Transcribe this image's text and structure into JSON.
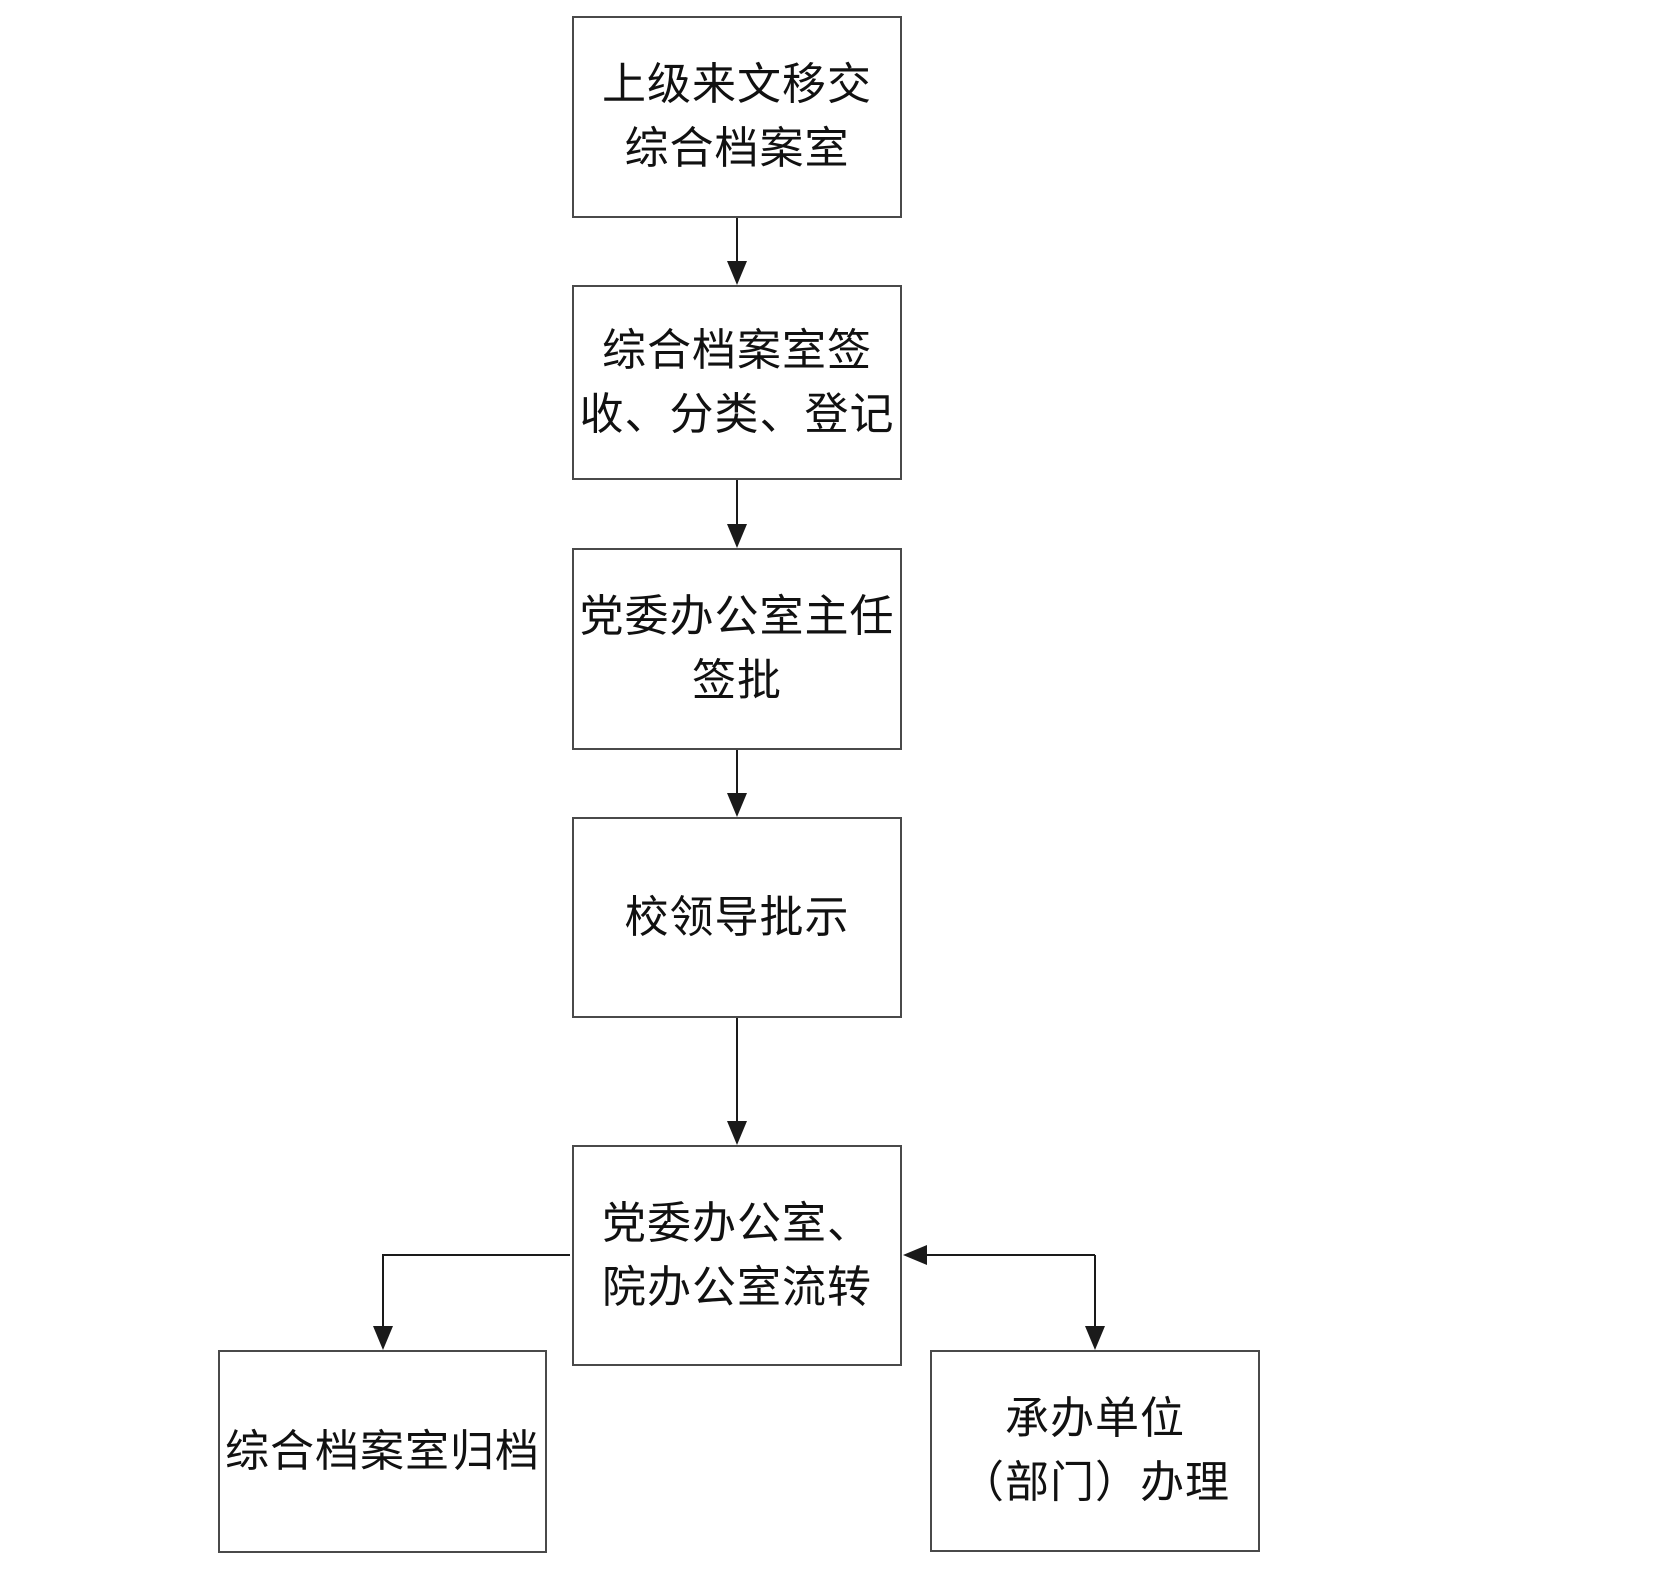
{
  "page": {
    "background_color": "#ffffff",
    "box_border_color": "#4a4a4a",
    "arrow_color": "#1a1a1a"
  },
  "diagram": {
    "type": "flowchart",
    "direction": "top-down",
    "nodes": {
      "n1": {
        "line1": "上级来文移交",
        "line2": "综合档案室"
      },
      "n2": {
        "line1": "综合档案室签",
        "line2": "收、分类、登记"
      },
      "n3": {
        "line1": "党委办公室主任",
        "line2": "签批"
      },
      "n4": {
        "line1": "校领导批示"
      },
      "n5": {
        "line1": "党委办公室、",
        "line2": "院办公室流转"
      },
      "n6": {
        "line1": "综合档案室归档"
      },
      "n7": {
        "line1": "承办单位",
        "line2": "（部门）办理"
      }
    },
    "edges": [
      {
        "from": "n1",
        "to": "n2",
        "style": "straight-down-arrow"
      },
      {
        "from": "n2",
        "to": "n3",
        "style": "straight-down-arrow"
      },
      {
        "from": "n3",
        "to": "n4",
        "style": "straight-down-arrow"
      },
      {
        "from": "n4",
        "to": "n5",
        "style": "straight-down-arrow"
      },
      {
        "from": "n5",
        "to": "n6",
        "style": "elbow-left-then-down-arrow"
      },
      {
        "from": "n5",
        "to": "n7",
        "style": "elbow-right-then-down-arrow"
      },
      {
        "from": "n7",
        "to": "n5",
        "style": "return-arrow-into-right-side"
      }
    ]
  }
}
